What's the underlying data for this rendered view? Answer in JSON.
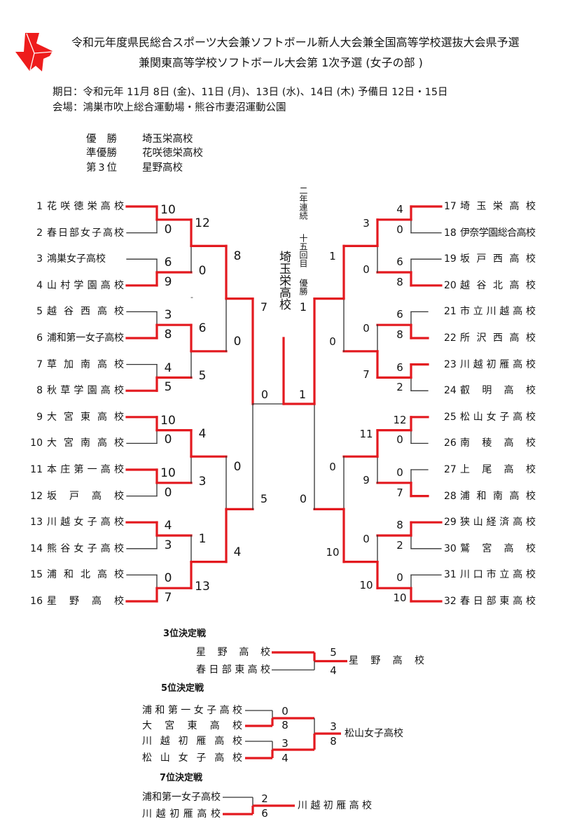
{
  "header": {
    "logo_icon": "red-pinwheel-logo",
    "title_line1": "令和元年度県民総合スポーツ大会兼ソフトボール新人大会兼全国高等学校選抜大会県予選",
    "title_line2": "兼関東高等学校ソフトボール大会第 1次予選 (女子の部 )"
  },
  "info": {
    "date_label": "期日：",
    "date_value": "令和元年 11月 8日 (金)、11日 (月)、13日 (水)、14日 (木) 予備日 12日・15日",
    "venue_label": "会場：",
    "venue_value": "鴻巣市吹上総合運動場・熊谷市妻沼運動公園"
  },
  "results": [
    {
      "label": "優勝",
      "school": "埼玉栄高校"
    },
    {
      "label": "準優勝",
      "school": "花咲徳栄高校"
    },
    {
      "label": "第3位",
      "school": "星野高校"
    }
  ],
  "colors": {
    "winner_line": "#e3191f",
    "loser_line": "#333333"
  },
  "bracket": {
    "champion": "埼玉栄高校",
    "champion_note": [
      "二年連続",
      "十五回目",
      "優勝"
    ],
    "stray_mark": "-",
    "left": {
      "teams": [
        {
          "seed": "1",
          "name": "花咲徳栄高校"
        },
        {
          "seed": "2",
          "name": "春日部女子高校"
        },
        {
          "seed": "3",
          "name": "鴻巣女子高校"
        },
        {
          "seed": "4",
          "name": "山村学園高校"
        },
        {
          "seed": "5",
          "name": "越谷西高校"
        },
        {
          "seed": "6",
          "name": "浦和第一女子高校"
        },
        {
          "seed": "7",
          "name": "草加南高校"
        },
        {
          "seed": "8",
          "name": "秋草学園高校"
        },
        {
          "seed": "9",
          "name": "大宮東高校"
        },
        {
          "seed": "10",
          "name": "大宮南高校"
        },
        {
          "seed": "11",
          "name": "本庄第一高校"
        },
        {
          "seed": "12",
          "name": "坂戸高校"
        },
        {
          "seed": "13",
          "name": "川越女子高校"
        },
        {
          "seed": "14",
          "name": "熊谷女子高校"
        },
        {
          "seed": "15",
          "name": "浦和北高校"
        },
        {
          "seed": "16",
          "name": "星野高校"
        }
      ],
      "rounds": [
        [
          [
            "10",
            "0"
          ],
          [
            "6",
            "9"
          ],
          [
            "3",
            "8"
          ],
          [
            "4",
            "5"
          ],
          [
            "10",
            "0"
          ],
          [
            "10",
            "0"
          ],
          [
            "4",
            "3"
          ],
          [
            "0",
            "7"
          ]
        ],
        [
          [
            "12",
            "0"
          ],
          [
            "6",
            "5"
          ],
          [
            "4",
            "3"
          ],
          [
            "1",
            "13"
          ]
        ],
        [
          [
            "8",
            "0"
          ],
          [
            "0",
            "4"
          ]
        ],
        [
          [
            "7",
            "5"
          ]
        ]
      ]
    },
    "right": {
      "teams": [
        {
          "seed": "17",
          "name": "埼玉栄高校"
        },
        {
          "seed": "18",
          "name": "伊奈学園総合高校"
        },
        {
          "seed": "19",
          "name": "坂戸西高校"
        },
        {
          "seed": "20",
          "name": "越谷北高校"
        },
        {
          "seed": "21",
          "name": "市立川越高校"
        },
        {
          "seed": "22",
          "name": "所沢西高校"
        },
        {
          "seed": "23",
          "name": "川越初雁高校"
        },
        {
          "seed": "24",
          "name": "叡明高校"
        },
        {
          "seed": "25",
          "name": "松山女子高校"
        },
        {
          "seed": "26",
          "name": "南稜高校"
        },
        {
          "seed": "27",
          "name": "上尾高校"
        },
        {
          "seed": "28",
          "name": "浦和南高校"
        },
        {
          "seed": "29",
          "name": "狭山経済高校"
        },
        {
          "seed": "30",
          "name": "鷲宮高校"
        },
        {
          "seed": "31",
          "name": "川口市立高校"
        },
        {
          "seed": "32",
          "name": "春日部東高校"
        }
      ],
      "rounds": [
        [
          [
            "4",
            "0"
          ],
          [
            "6",
            "8"
          ],
          [
            "6",
            "8"
          ],
          [
            "6",
            "2"
          ],
          [
            "12",
            "0"
          ],
          [
            "0",
            "7"
          ],
          [
            "8",
            "2"
          ],
          [
            "0",
            "10"
          ]
        ],
        [
          [
            "3",
            "0"
          ],
          [
            "0",
            "7"
          ],
          [
            "11",
            "9"
          ],
          [
            "0",
            "10"
          ]
        ],
        [
          [
            "1",
            "0"
          ],
          [
            "0",
            "10"
          ]
        ],
        [
          [
            "1",
            "0"
          ]
        ]
      ]
    },
    "final": {
      "scores": [
        "0",
        "1"
      ]
    }
  },
  "third_place": {
    "title": "3位決定戦",
    "teams": [
      "星野高校",
      "春日部東高校"
    ],
    "scores": [
      "5",
      "4"
    ],
    "winner": "星野高校"
  },
  "fifth_place": {
    "title": "5位決定戦",
    "teams": [
      "浦和第一女子高校",
      "大宮東高校",
      "川越初雁高校",
      "松山女子高校"
    ],
    "semi_scores": [
      [
        "0",
        "8"
      ],
      [
        "3",
        "4"
      ]
    ],
    "final_scores": [
      "3",
      "8"
    ],
    "winner": "松山女子高校"
  },
  "seventh_place": {
    "title": "7位決定戦",
    "teams": [
      "浦和第一女子高校",
      "川越初雁高校"
    ],
    "scores": [
      "2",
      "6"
    ],
    "winner": "川越初雁高校"
  }
}
